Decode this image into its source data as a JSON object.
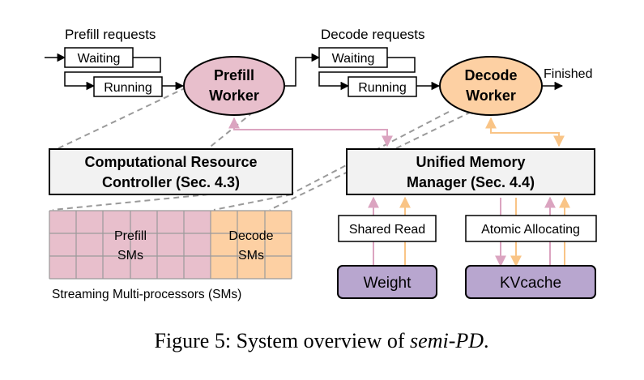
{
  "queues": {
    "prefill": {
      "title": "Prefill requests",
      "waiting": "Waiting",
      "running": "Running"
    },
    "decode": {
      "title": "Decode requests",
      "waiting": "Waiting",
      "running": "Running"
    }
  },
  "workers": {
    "prefill": {
      "line1": "Prefill",
      "line2": "Worker"
    },
    "decode": {
      "line1": "Decode",
      "line2": "Worker"
    }
  },
  "finished_label": "Finished",
  "controller": {
    "line1": "Computational Resource",
    "line2": "Controller (Sec. 4.3)"
  },
  "memory_manager": {
    "line1": "Unified Memory",
    "line2": "Manager (Sec. 4.4)"
  },
  "sms": {
    "prefill_line1": "Prefill",
    "prefill_line2": "SMs",
    "decode_line1": "Decode",
    "decode_line2": "SMs",
    "caption": "Streaming Multi-processors (SMs)"
  },
  "memory": {
    "shared_read": "Shared Read",
    "atomic_allocating": "Atomic Allocating",
    "weight": "Weight",
    "kvcache": "KVcache"
  },
  "caption": {
    "prefix": "Figure 5: System overview of ",
    "emph": "semi-PD",
    "suffix": "."
  },
  "colors": {
    "prefill_fill": "#e8bfcc",
    "decode_fill": "#fdd0a3",
    "prefill_arrow": "#dba4c0",
    "decode_arrow": "#f9c486",
    "storage_fill": "#b8a6cf",
    "box_fill": "#f2f2f2",
    "sm_grid": "#9a9a9a"
  }
}
